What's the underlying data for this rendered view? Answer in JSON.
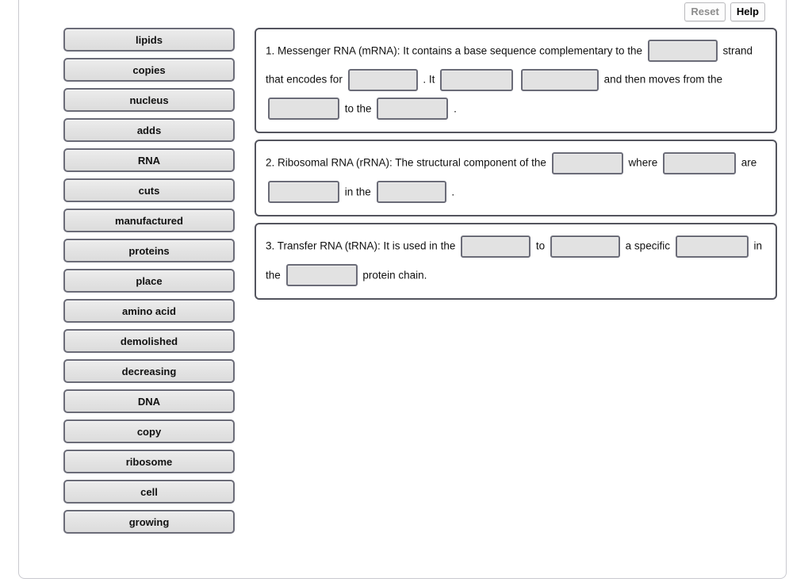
{
  "toolbar": {
    "reset_label": "Reset",
    "help_label": "Help"
  },
  "word_bank": {
    "tiles": [
      {
        "label": "lipids"
      },
      {
        "label": "copies"
      },
      {
        "label": "nucleus"
      },
      {
        "label": "adds"
      },
      {
        "label": "RNA"
      },
      {
        "label": "cuts"
      },
      {
        "label": "manufactured"
      },
      {
        "label": "proteins"
      },
      {
        "label": "place"
      },
      {
        "label": "amino acid"
      },
      {
        "label": "demolished"
      },
      {
        "label": "decreasing"
      },
      {
        "label": "DNA"
      },
      {
        "label": "copy"
      },
      {
        "label": "ribosome"
      },
      {
        "label": "cell"
      },
      {
        "label": "growing"
      }
    ]
  },
  "questions": [
    {
      "id": "q1",
      "number": "1.",
      "lead": "1. Messenger RNA (mRNA): It contains a base sequence complementary to the",
      "seg_after_blank1": "strand",
      "seg2": "that encodes for",
      "seg_after_blank2": ". It",
      "seg_after_blank4": "and then moves from the",
      "seg_after_blank5": "to the",
      "seg_end": "."
    },
    {
      "id": "q2",
      "number": "2.",
      "lead": "2. Ribosomal RNA (rRNA): The structural component of the",
      "seg_after_blank1": "where",
      "seg_after_blank2": "are",
      "seg_after_blank3": "in the",
      "seg_end": "."
    },
    {
      "id": "q3",
      "number": "3.",
      "lead": "3. Transfer RNA (tRNA): It is used in the",
      "seg_after_blank1": "to",
      "seg_after_blank2": "a specific",
      "seg_after_blank3": "in the",
      "seg_end": "protein chain."
    }
  ],
  "blanks": {
    "q1": [
      "",
      "",
      "",
      "",
      "",
      ""
    ],
    "q2": [
      "",
      "",
      "",
      ""
    ],
    "q3": [
      "",
      "",
      "",
      ""
    ]
  },
  "colors": {
    "tile_border": "#6b6c78",
    "tile_fill": "#e4e4e4",
    "panel_border": "#53545e",
    "drop_fill": "#e2e2e2",
    "frame_border": "#c9c9cf"
  }
}
